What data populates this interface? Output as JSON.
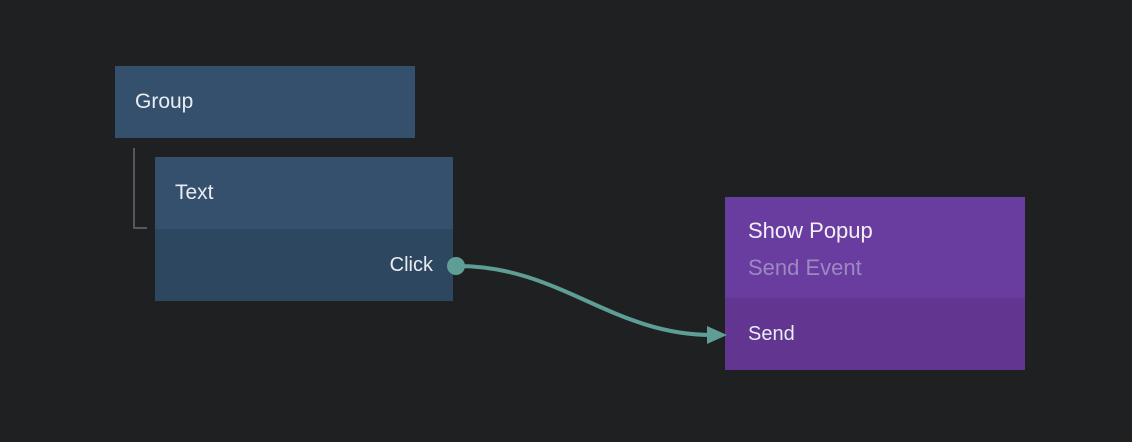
{
  "canvas": {
    "background_color": "#1f2021"
  },
  "colors": {
    "node_slate": "#34506c",
    "node_slate_dark": "#2d4760",
    "node_purple_header": "#693da0",
    "node_purple_body": "#623591",
    "connection_teal": "#5f9e97",
    "tree_line_gray": "#55575c",
    "text_primary": "#e9edf2",
    "text_subtitle_muted": "#9d89c1"
  },
  "nodes": {
    "group": {
      "title": "Group"
    },
    "text": {
      "title": "Text",
      "outputs": [
        {
          "label": "Click"
        }
      ]
    },
    "popup": {
      "title": "Show Popup",
      "subtitle": "Send Event",
      "inputs": [
        {
          "label": "Send"
        }
      ]
    }
  },
  "connection": {
    "from_node": "Text",
    "from_port": "Click",
    "to_node": "Show Popup",
    "to_port": "Send"
  }
}
